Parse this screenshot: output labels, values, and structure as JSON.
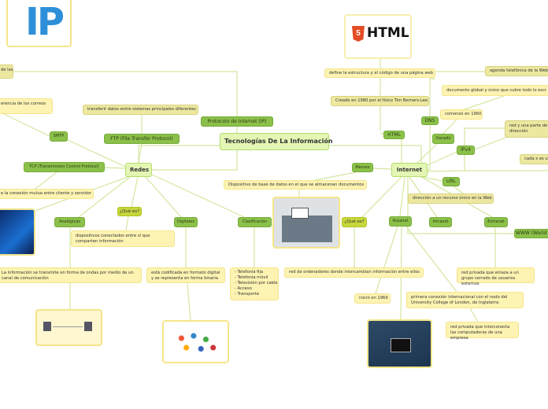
{
  "central": "Tecnologías De La Información",
  "redes": {
    "label": "Redes",
    "ip": "Protocolo de Internet (IP)",
    "ip_desc": "de las",
    "ftp": "FTP (File Transfer Protocol)",
    "ftp_desc": "transferir datos entre sistemas principales diferentes",
    "smtp": "SMTP",
    "smtp_desc": "erencia de los correos",
    "tcp": "TCP (Transmission Control Protocol)",
    "tcp_desc": "e la conexión mutua entre cliente y servidor",
    "que_es": "¿Qué es?",
    "que_es_desc": "dispositivos conectados entre sí que comparten información",
    "analogicas": "Analógicas",
    "analogicas_desc": "La información se transmite en forma de ondas por medio de un canal de comunicación",
    "digitales": "Digitales",
    "digitales_desc": "está codificada en formato digital y se representa en forma binaria",
    "clasificacion": "Clasificación",
    "clasificacion_list": [
      "- Telefonía fija",
      "- Telefonía móvil",
      "- Televisión por cable",
      "- Acceso",
      "- Transporte"
    ]
  },
  "internet": {
    "label": "Internet",
    "html": "HTML",
    "html_logo": "HTML",
    "html_desc": "define la estructura y el código de una página web",
    "html_created": "Creado en 1980 por el físico Tim Berners-Lee",
    "dns": "DNS",
    "dns_desc": "agenda telefónica de la Web",
    "xanadu": "Xanadú",
    "xanadu_started": "comenzó en 1960",
    "xanadu_desc": "documento global y único que cubre todo lo escr",
    "ipv4": "IPv4",
    "ipv4_desc": "red y una parte de dirección",
    "ipv4_desc2": "cada x es un",
    "memex": "Memex",
    "memex_desc": "Dispositivo de base de datos en el  que se almacenan documentos",
    "url": "URL",
    "url_desc": "dirección a un recurso único en la Web",
    "que_es": "¿Qué es?",
    "que_es_desc": "red de ordenadores donde intercambian información entre ellos",
    "arpanet": "Arpanet",
    "arpanet_start": "inició en  1969",
    "arpanet_first": "primera conexión internacional con el nodo del University College of London, de Inglaterra",
    "intranet": "Intranet",
    "intranet_desc": "red privada que interconecta las computadoras de una empresa",
    "extranet": "Extranet",
    "extranet_desc": "red privada que enlaza a un grupo cerrado de usuarios externos",
    "www": "WWW (World"
  },
  "images": {
    "ip_logo": "IP"
  },
  "colors": {
    "node_green": "#8bc04a",
    "node_yellow": "#fdf3b2",
    "node_khaki": "#ede8a0",
    "central": "#e3f6b4",
    "line": "#cfe59a"
  }
}
